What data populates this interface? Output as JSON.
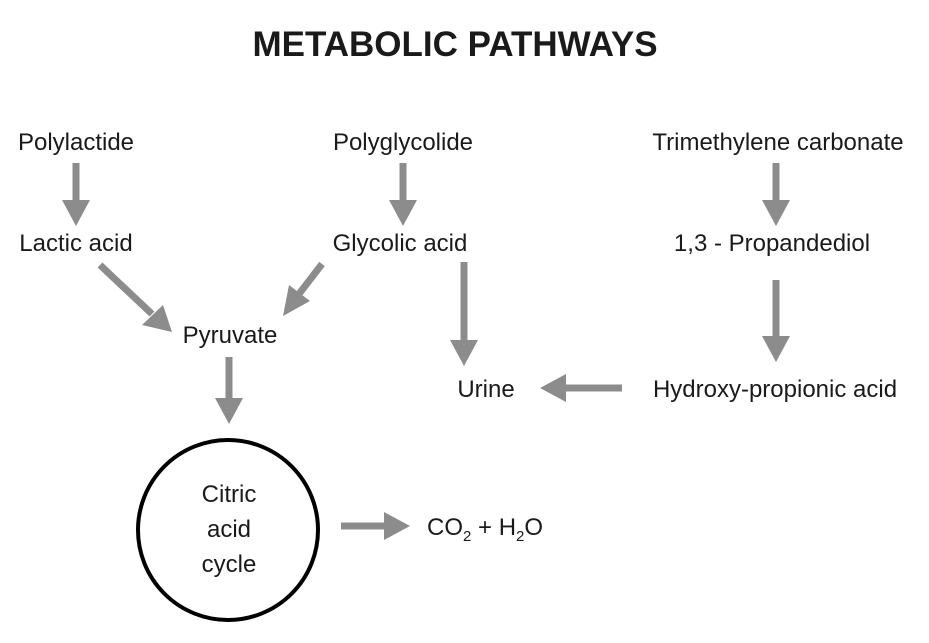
{
  "title": "METABOLIC PATHWAYS",
  "nodes": {
    "polylactide": "Polylactide",
    "polyglycolide": "Polyglycolide",
    "trimethylene_carbonate": "Trimethylene carbonate",
    "lactic_acid": "Lactic acid",
    "glycolic_acid": "Glycolic acid",
    "propandediol": "1,3 - Propandediol",
    "pyruvate": "Pyruvate",
    "urine": "Urine",
    "hydroxy_propionic_acid": "Hydroxy-propionic acid"
  },
  "cycle": {
    "line1": "Citric",
    "line2": "acid",
    "line3": "cycle"
  },
  "products": {
    "co2_base": "CO",
    "co2_sub": "2",
    "plus": " + ",
    "h2o_h": "H",
    "h2o_sub": "2",
    "h2o_o": "O"
  },
  "colors": {
    "arrow": "#8c8c8c",
    "text": "#1a1a1a",
    "circle": "#000000"
  }
}
